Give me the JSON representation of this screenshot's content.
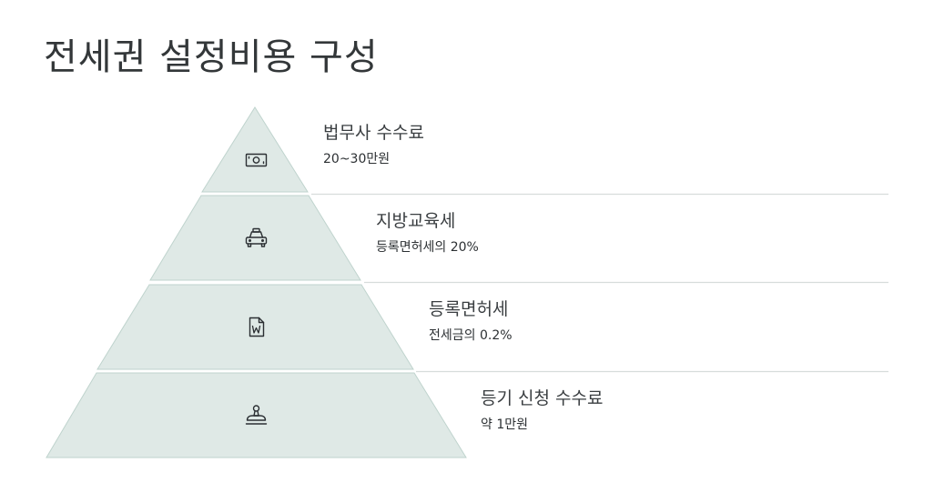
{
  "title": "전세권 설정비용 구성",
  "colors": {
    "tier_fill": "#dfe9e6",
    "tier_stroke": "#bfd3cd",
    "divider": "#d7dcdb",
    "icon": "#2b2f33"
  },
  "tiers": [
    {
      "label": "법무사 수수료",
      "detail": "20~30만원",
      "icon": "money-icon"
    },
    {
      "label": "지방교육세",
      "detail": "등록면허세의 20%",
      "icon": "taxi-icon"
    },
    {
      "label": "등록면허세",
      "detail": "전세금의 0.2%",
      "icon": "word-document-icon"
    },
    {
      "label": "등기 신청 수수료",
      "detail": "약 1만원",
      "icon": "stamp-icon"
    }
  ]
}
